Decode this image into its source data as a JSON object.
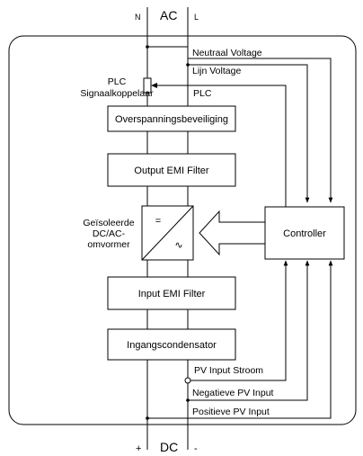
{
  "ac": {
    "n": "N",
    "title": "AC",
    "l": "L"
  },
  "dc": {
    "plus": "+",
    "title": "DC",
    "minus": "-"
  },
  "plc_coupler": {
    "line1": "PLC",
    "line2": "Signaalkoppelaar"
  },
  "signals": {
    "neutral_voltage": "Neutraal Voltage",
    "line_voltage": "Lijn Voltage",
    "plc": "PLC",
    "pv_input_current": "PV Input Stroom",
    "negative_pv_input": "Negatieve PV Input",
    "positive_pv_input": "Positieve PV Input"
  },
  "blocks": {
    "surge_protection": "Overspanningsbeveiliging",
    "output_emi": "Output EMI Filter",
    "input_emi": "Input EMI Filter",
    "input_capacitor": "Ingangscondensator",
    "controller": "Controller"
  },
  "converter": {
    "label_line1": "Geïsoleerde",
    "label_line2": "DC/AC-",
    "label_line3": "omvormer",
    "dc_symbol": "=",
    "ac_symbol": "∿"
  }
}
